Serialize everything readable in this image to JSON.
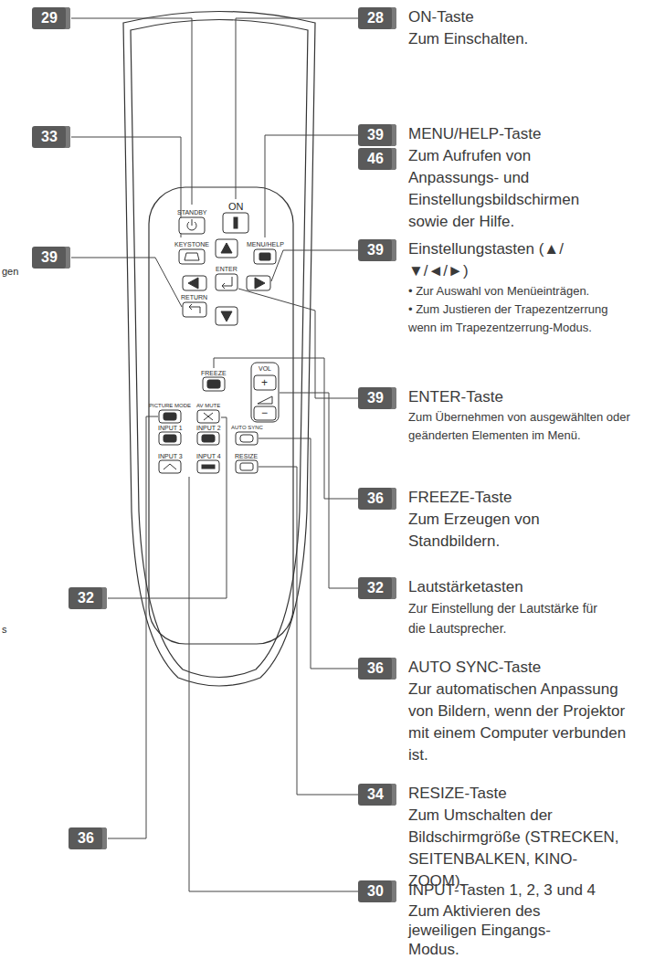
{
  "diagram": {
    "nodes": [
      {
        "text": [
          "29"
        ]
      },
      {
        "text": [
          "28",
          "ON-Taste",
          "Zum Einschalten."
        ]
      },
      {
        "text": [
          "33"
        ]
      },
      {
        "text": [
          "39",
          "MENU/HELP-Taste",
          "Zum Aufrufen von Anpassungs- und Einstellungsbildschirmen sowie der Hilfe."
        ]
      },
      {
        "text": [
          "46"
        ]
      },
      {
        "text": [
          "39"
        ]
      },
      {
        "text": [
          "39",
          "Einstellungstasten (▲/▼/◄/►)",
          "• Zur Auswahl von Menüeinträgen.",
          "• Zum Justieren der Trapezentzerrung wenn im Trapezentzerrung-Modus."
        ]
      },
      {
        "text": [
          "39",
          "ENTER-Taste",
          "Zum Übernehmen von ausgewählten oder geänderten Elementen im Menü."
        ]
      },
      {
        "text": [
          "36",
          "FREEZE-Taste",
          "Zum Erzeugen von Standbildern."
        ]
      },
      {
        "text": [
          "32",
          "Lautstärketasten",
          "Zur Einstellung der Lautstärke für die Lautsprecher."
        ]
      },
      {
        "text": [
          "32"
        ]
      },
      {
        "text": [
          "36",
          "AUTO SYNC-Taste",
          "Zur automatischen Anpassung von Bildern, wenn der Projektor mit einem Computer verbunden ist."
        ]
      },
      {
        "text": [
          "34",
          "RESIZE-Taste",
          "Zum Umschalten der Bildschirmgröße (STRECKEN, SEITENBALKEN, KINO-ZOOM)."
        ]
      },
      {
        "text": [
          "36"
        ]
      },
      {
        "text": [
          "30",
          "INPUT-Tasten 1, 2, 3 und 4",
          "Zum Aktivieren des jeweiligen Eingangs-Modus."
        ]
      }
    ],
    "labels": [
      "gen",
      "s",
      "STANDBY",
      "ON",
      "KEYSTONE",
      "MENU/HELP",
      "ENTER",
      "RETURN",
      "FREEZE",
      "VOL",
      "+",
      "−",
      "PICTURE MODE",
      "AV MUTE",
      "INPUT 1",
      "INPUT 2",
      "AUTO SYNC",
      "INPUT 3",
      "INPUT 4",
      "RESIZE"
    ]
  }
}
